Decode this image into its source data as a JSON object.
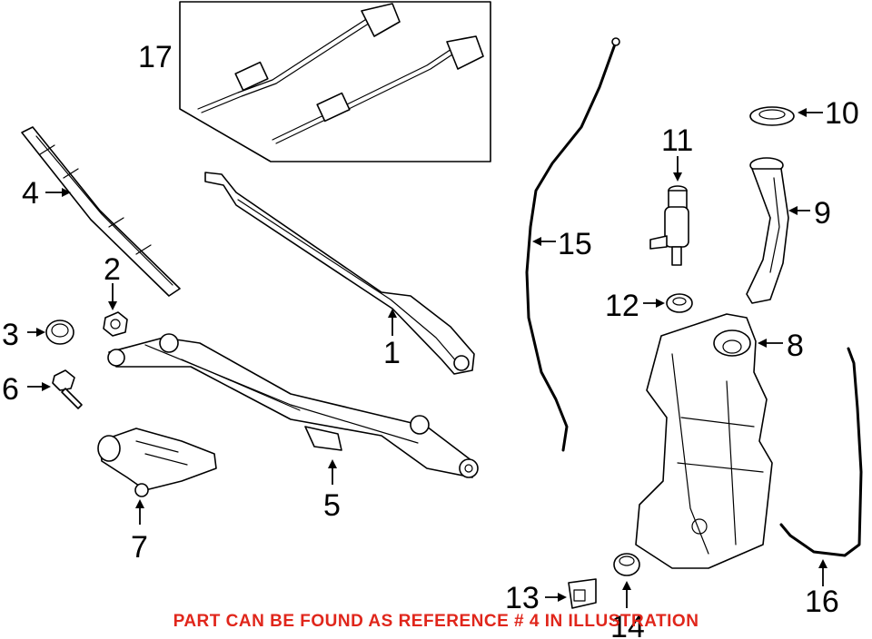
{
  "callouts": [
    "1",
    "2",
    "3",
    "4",
    "5",
    "6",
    "7",
    "8",
    "9",
    "10",
    "11",
    "12",
    "13",
    "14",
    "15",
    "16",
    "17"
  ],
  "note": {
    "text": "PART CAN BE FOUND AS REFERENCE # 4 IN ILLUSTRATION",
    "color": "#e0261b"
  }
}
